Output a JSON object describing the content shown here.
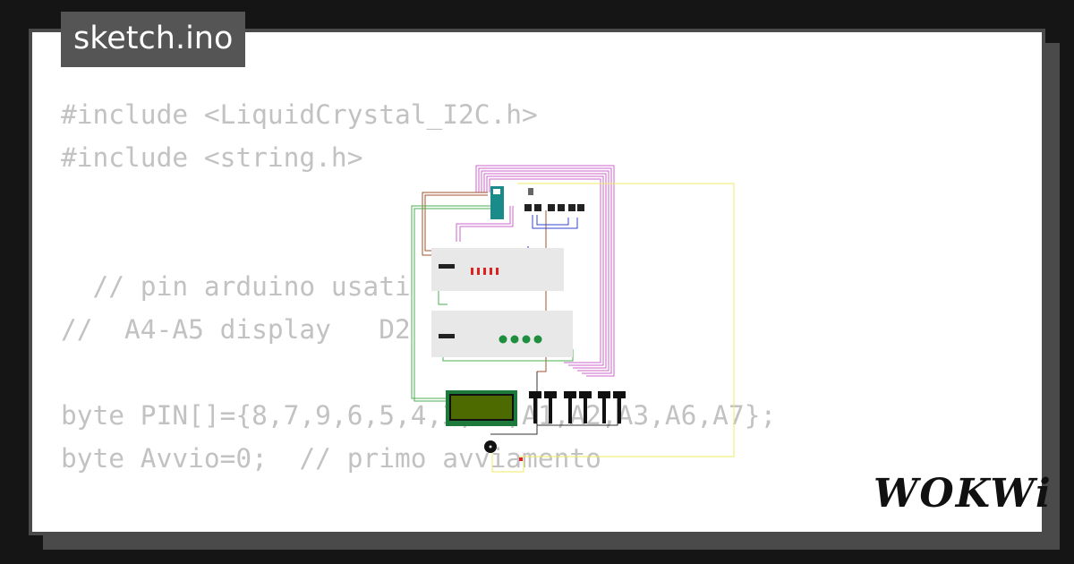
{
  "title": "sketch.ino",
  "code_lines": [
    "#include <LiquidCrystal_I2C.h>",
    "#include <string.h>",
    "",
    "",
    "  // pin arduino usati",
    "//  A4-A5 display   D2",
    "",
    "byte PIN[]={8,7,9,6,5,4,3,A0,A1,A2,A3,A6,A7};",
    "byte Avvio=0;  // primo avviamento",
    "",
    "//"
  ],
  "logo": "WOKWi",
  "colors": {
    "background": "#151515",
    "card": "#ffffff",
    "border": "#4a4a4a",
    "code_text": "#c2c2c2",
    "title_bg": "#555555",
    "wire_purple": "#cc66cc",
    "wire_green": "#4caf50",
    "wire_yellow": "#eeee66",
    "wire_brown": "#a0522d",
    "wire_blue": "#3344cc",
    "lcd_green": "#3a5f0b",
    "arduino_teal": "#1a8a8a"
  }
}
